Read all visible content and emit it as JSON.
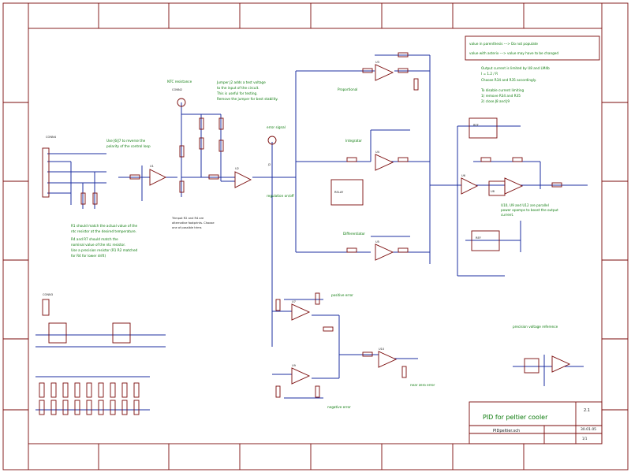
{
  "sheet": {
    "frame_color": "#7a0a0a",
    "wire_color": "#1c2fa0",
    "text_color": "#0b7a0b"
  },
  "notes": {
    "legend_line1": "value in parenthesis ---> Do not populate",
    "legend_line2": "value with asterix ---> value may have to be changed",
    "ntc_resistance": "NTC resistance",
    "jumper_line1": "Jumper J2 adds a test voltage",
    "jumper_line2": "to the input of the circuit.",
    "jumper_line3": "This is useful for testing.",
    "jumper_line4": "Remove the jumper for best stability.",
    "error_signal": "error signal",
    "use_j6_line1": "Use J6/J7 to reverse the",
    "use_j6_line2": "polarity of the control loop",
    "r1_line1": "R1 should match the actual value of the",
    "r1_line2": "ntc resistor at the desired temperature.",
    "r4_line1": "R4 and R7 should match the",
    "r4_line2": "nominal value of the ntc resistor.",
    "r4_line3": "Use a precision resistor (R1 R2 matched",
    "r4_line4": "for R4 for lower drift)",
    "trimpot_line1": "Trimpot R2 and R4 are",
    "trimpot_line2": "alternative footprints. Choose",
    "trimpot_line3": "one of possible trims",
    "proportional": "Proportional",
    "integrator": "Integrator",
    "differentiator": "Differentiator",
    "regulation_on_off": "regulation on/off",
    "output_line1": "Output current is limited by U8 and LM4b",
    "output_line2": "I = 1.2 / R",
    "output_line3": "Choose R34 and R35 accordingly.",
    "disable_line1": "To disable current limiting",
    "disable_line2": "1) remove R34 and R35",
    "disable_line3": "2) close J8 and J9",
    "u10_line1": "U10, U9 and U12 are parallel",
    "u10_line2": "power opamps to boost the output",
    "u10_line3": "current.",
    "positive_error": "positive error",
    "negative_error": "negative error",
    "near_zero_error": "near zero error",
    "precision_ref": "precision voltage reference"
  },
  "components": {
    "ntc_connector": "CONN2",
    "j2": "J2",
    "u1": "U1",
    "u2": "U2",
    "u3": "U3",
    "u4": "U4",
    "u5": "U5",
    "u6": "U6",
    "u7": "U7",
    "u8": "U8",
    "u9": "U9",
    "u10": "U10",
    "ref1": "REF",
    "ref2": "REF",
    "relay": "RELAY",
    "input_conn": "CONN4",
    "power_conn": "CONN3"
  },
  "title_block": {
    "title": "PID for peltier cooler",
    "file": "PIDpeltier.sch",
    "sheet": "1/1",
    "date": "30.01.05",
    "rev": "2.1"
  }
}
